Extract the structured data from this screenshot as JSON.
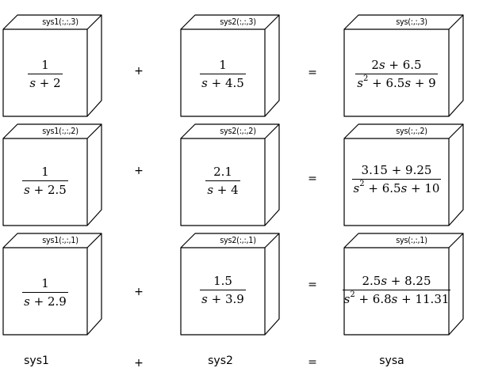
{
  "rows": [
    {
      "a": {
        "label": "sys1(:,:,3)",
        "num": "1",
        "den": [
          {
            "v": "s"
          },
          {
            "t": " + 2"
          }
        ]
      },
      "op": "+",
      "b": {
        "label": "sys2(:,:,3)",
        "num": "1",
        "den": [
          {
            "v": "s"
          },
          {
            "t": " + 4.5"
          }
        ]
      },
      "eq": "=",
      "c": {
        "label": "sys(:,:,3)",
        "num": [
          {
            "t": "2"
          },
          {
            "v": "s"
          },
          {
            "t": " + 6.5"
          }
        ],
        "den": [
          {
            "v": "s"
          },
          {
            "sup": "2"
          },
          {
            "t": " + 6.5"
          },
          {
            "v": "s"
          },
          {
            "t": " + 9"
          }
        ]
      }
    },
    {
      "a": {
        "label": "sys1(:,:,2)",
        "num": "1",
        "den": [
          {
            "v": "s"
          },
          {
            "t": " + 2.5"
          }
        ]
      },
      "op": "+",
      "b": {
        "label": "sys2(:,:,2)",
        "num": "2.1",
        "den": [
          {
            "v": "s"
          },
          {
            "t": " + 4"
          }
        ]
      },
      "eq": "=",
      "c": {
        "label": "sys(:,:,2)",
        "num": [
          {
            "t": "3.15 + 9.25"
          }
        ],
        "den": [
          {
            "v": "s"
          },
          {
            "sup": "2"
          },
          {
            "t": " + 6.5"
          },
          {
            "v": "s"
          },
          {
            "t": " + 10"
          }
        ]
      }
    },
    {
      "a": {
        "label": "sys1(:,:,1)",
        "num": "1",
        "den": [
          {
            "v": "s"
          },
          {
            "t": " + 2.9"
          }
        ]
      },
      "op": "+",
      "b": {
        "label": "sys2(:,:,1)",
        "num": "1.5",
        "den": [
          {
            "v": "s"
          },
          {
            "t": " + 3.9"
          }
        ]
      },
      "eq": "=",
      "c": {
        "label": "sys(:,:,1)",
        "num": [
          {
            "t": "2.5"
          },
          {
            "v": "s"
          },
          {
            "t": " + 8.25"
          }
        ],
        "den": [
          {
            "v": "s"
          },
          {
            "sup": "2"
          },
          {
            "t": " + 6.8"
          },
          {
            "v": "s"
          },
          {
            "t": " + 11.31"
          }
        ]
      }
    }
  ],
  "footer": {
    "left": "sys1",
    "op": "+",
    "mid": "sys2",
    "eq": "=",
    "right": "sysa"
  }
}
